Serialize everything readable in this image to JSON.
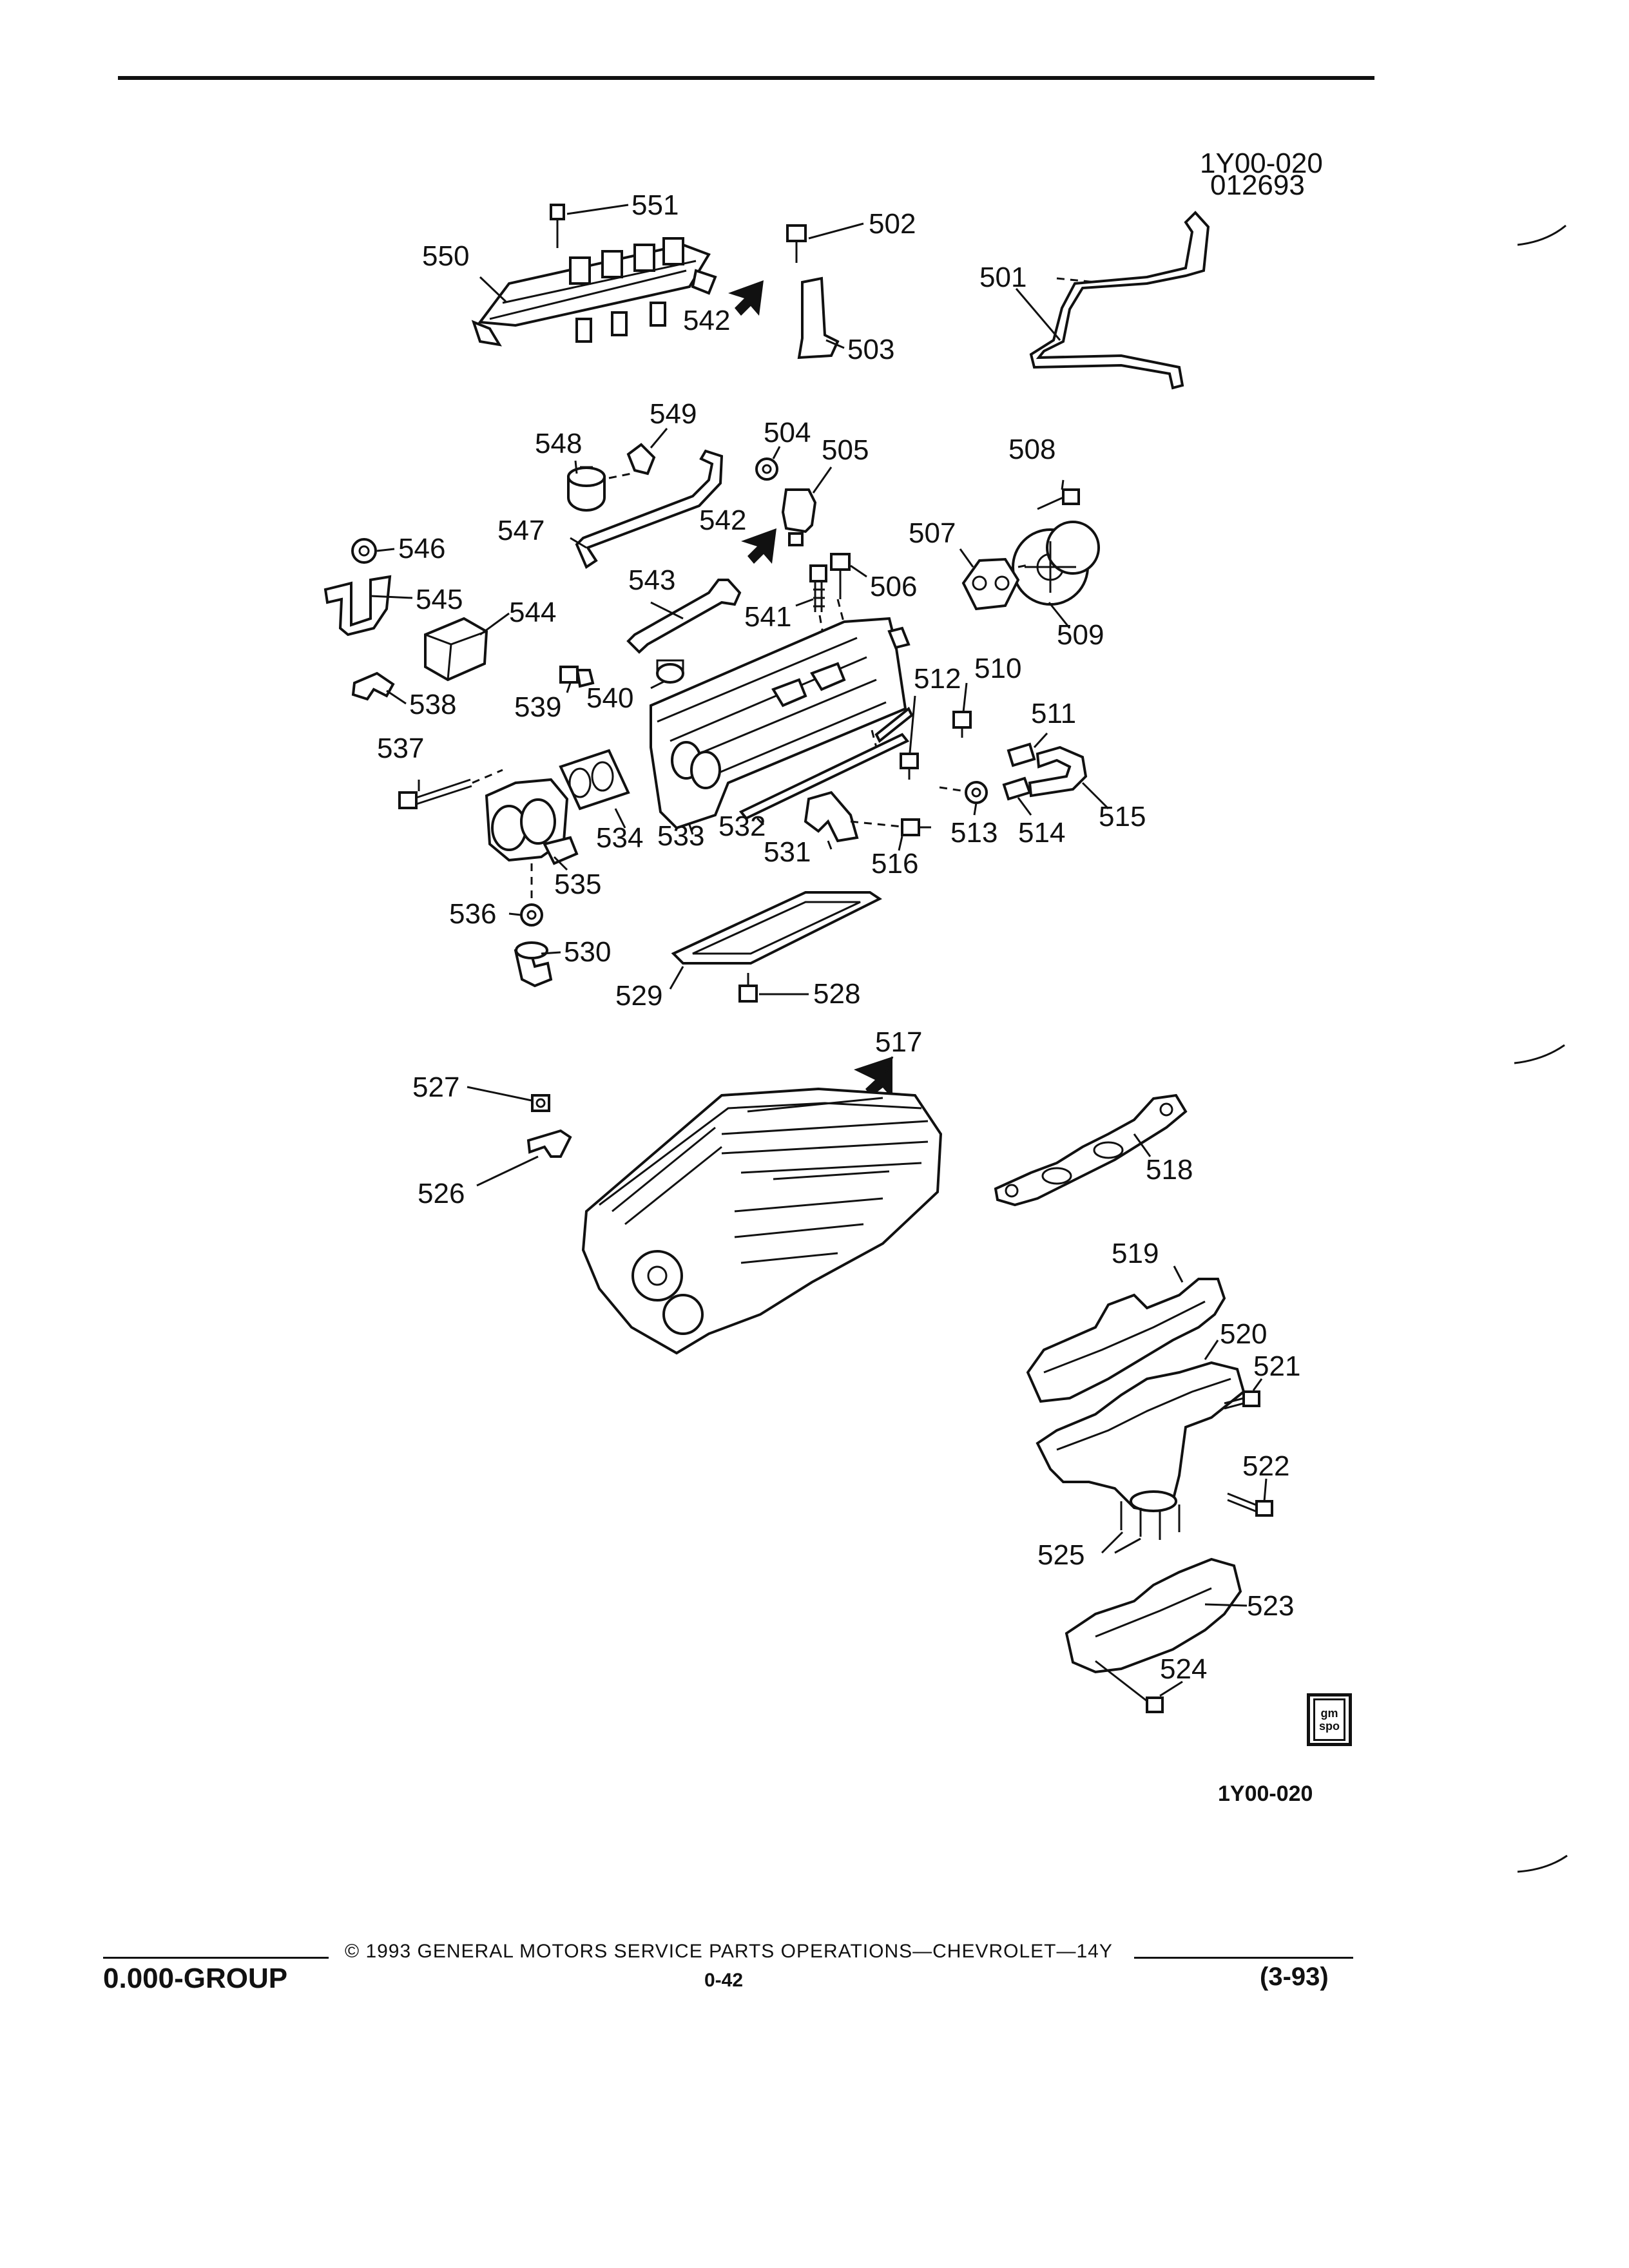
{
  "header": {
    "illustration_code": "1Y00-020",
    "illustration_date": "012693"
  },
  "figure_caption": "1Y00-020",
  "part_labels": {
    "p501": "501",
    "p502": "502",
    "p503": "503",
    "p504": "504",
    "p505": "505",
    "p506": "506",
    "p507": "507",
    "p508": "508",
    "p509": "509",
    "p510": "510",
    "p511": "511",
    "p512": "512",
    "p513": "513",
    "p514": "514",
    "p515": "515",
    "p516": "516",
    "p517": "517",
    "p518": "518",
    "p519": "519",
    "p520": "520",
    "p521": "521",
    "p522": "522",
    "p523": "523",
    "p524": "524",
    "p525": "525",
    "p526": "526",
    "p527": "527",
    "p528": "528",
    "p529": "529",
    "p530": "530",
    "p531": "531",
    "p532": "532",
    "p533": "533",
    "p534": "534",
    "p535": "535",
    "p536": "536",
    "p537": "537",
    "p538": "538",
    "p539": "539",
    "p540": "540",
    "p541": "541",
    "p542a": "542",
    "p542b": "542",
    "p543": "543",
    "p544": "544",
    "p545": "545",
    "p546": "546",
    "p547": "547",
    "p548": "548",
    "p549": "549",
    "p550": "550",
    "p551": "551"
  },
  "logo": {
    "line1": "gm",
    "line2": "spo"
  },
  "footer": {
    "copyright": "© 1993 GENERAL MOTORS SERVICE PARTS OPERATIONS—CHEVROLET—14Y",
    "group": "0.000-GROUP",
    "page": "0-42",
    "revision": "(3-93)"
  }
}
